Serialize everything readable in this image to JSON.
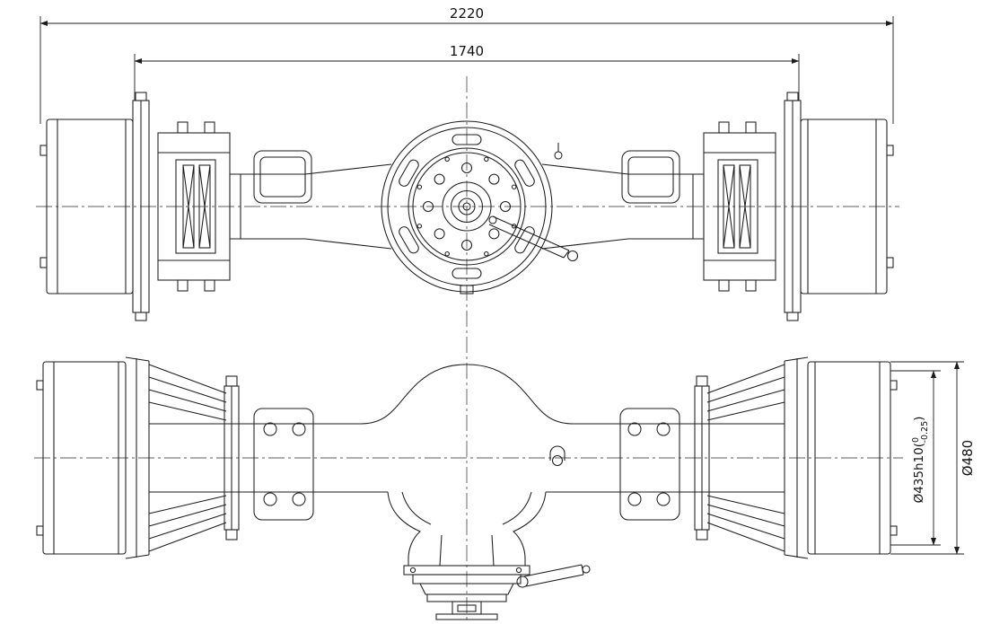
{
  "drawing": {
    "dim_overall": "2220",
    "dim_inner": "1740",
    "dim_drum": {
      "prefix": "Ø435h10(",
      "tol_upper": "0",
      "tol_lower": "-0.25",
      "suffix": ")"
    },
    "dim_outer_dia": "Ø480"
  },
  "colors": {
    "line": "#1c1c1c",
    "background": "#ffffff"
  }
}
